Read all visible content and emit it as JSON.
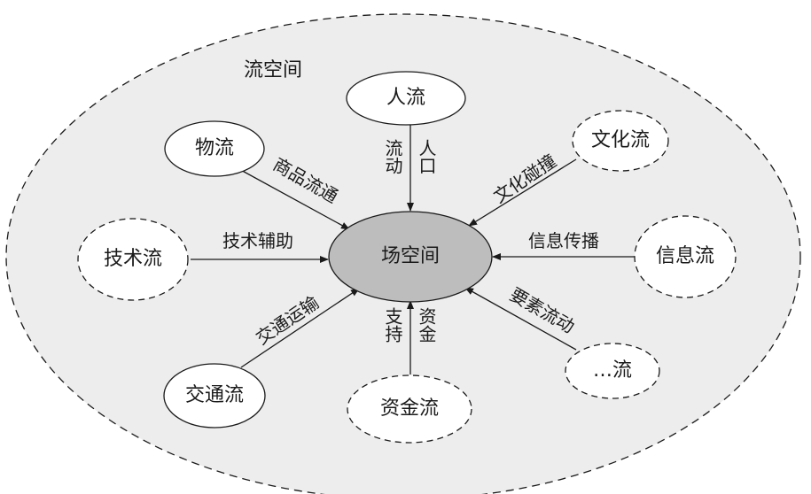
{
  "diagram": {
    "region_label": "流空间",
    "center": {
      "label": "场空间"
    },
    "nodes": [
      {
        "id": "people",
        "label": "人流",
        "border": "solid"
      },
      {
        "id": "goods",
        "label": "物流",
        "border": "solid"
      },
      {
        "id": "culture",
        "label": "文化流",
        "border": "solid"
      },
      {
        "id": "technology",
        "label": "技术流",
        "border": "dashed"
      },
      {
        "id": "info",
        "label": "信息流",
        "border": "dashed"
      },
      {
        "id": "transport",
        "label": "交通流",
        "border": "solid"
      },
      {
        "id": "capital",
        "label": "资金流",
        "border": "dashed"
      },
      {
        "id": "other",
        "label": "…流",
        "border": "dashed"
      }
    ],
    "edges": [
      {
        "from": "people",
        "to": "center",
        "label_col1": "流动",
        "label_col2": "人口"
      },
      {
        "from": "goods",
        "to": "center",
        "label": "商品流通"
      },
      {
        "from": "culture",
        "to": "center",
        "label": "文化碰撞"
      },
      {
        "from": "technology",
        "to": "center",
        "label": "技术辅助"
      },
      {
        "from": "info",
        "to": "center",
        "label": "信息传播"
      },
      {
        "from": "transport",
        "to": "center",
        "label": "交通运输"
      },
      {
        "from": "capital",
        "to": "center",
        "label_col1": "支持",
        "label_col2": "资金"
      },
      {
        "from": "other",
        "to": "center",
        "label": "要素流动"
      }
    ],
    "colors": {
      "region_fill": "#ededed",
      "center_fill": "#bdbdbd",
      "node_fill": "#ffffff",
      "stroke": "#1a1a1a"
    }
  }
}
